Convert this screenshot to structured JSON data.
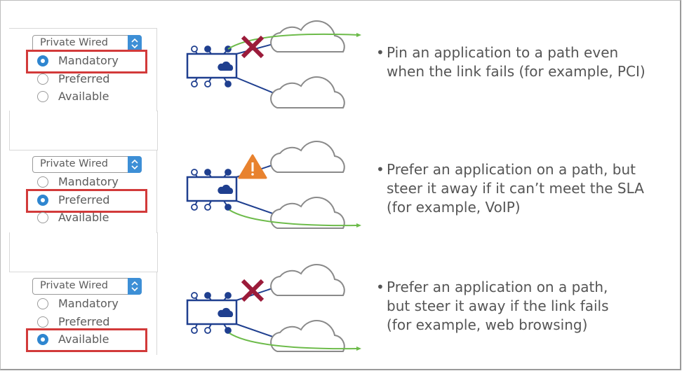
{
  "rows": [
    {
      "select_value": "Private Wired",
      "options": [
        "Mandatory",
        "Preferred",
        "Available"
      ],
      "selected": "Mandatory",
      "diagram_status": "link-failed",
      "status_icon": "x-mark-icon",
      "active_path": "upper",
      "bullet_lines": [
        "Pin an application to a path even",
        "when the link fails (for example, PCI)"
      ]
    },
    {
      "select_value": "Private Wired",
      "options": [
        "Mandatory",
        "Preferred",
        "Available"
      ],
      "selected": "Preferred",
      "diagram_status": "sla-warning",
      "status_icon": "warning-icon",
      "active_path": "lower",
      "bullet_lines": [
        "Prefer an application on a path, but",
        "steer it away if it can’t meet the SLA",
        "(for example, VoIP)"
      ]
    },
    {
      "select_value": "Private Wired",
      "options": [
        "Mandatory",
        "Preferred",
        "Available"
      ],
      "selected": "Available",
      "diagram_status": "link-failed",
      "status_icon": "x-mark-icon",
      "active_path": "lower",
      "bullet_lines": [
        "Prefer an application on a path,",
        "but steer it away if the link fails",
        "(for example, web browsing)"
      ]
    }
  ],
  "bullet_char": "•",
  "colors": {
    "accent_blue": "#2f86d0",
    "highlight_red": "#d23a3a",
    "device_navy": "#1f3f8f",
    "path_green": "#6dbb4a",
    "fail_red": "#9b1b3a",
    "warn_orange": "#e8822e",
    "cloud_gray": "#8a8a8a"
  }
}
